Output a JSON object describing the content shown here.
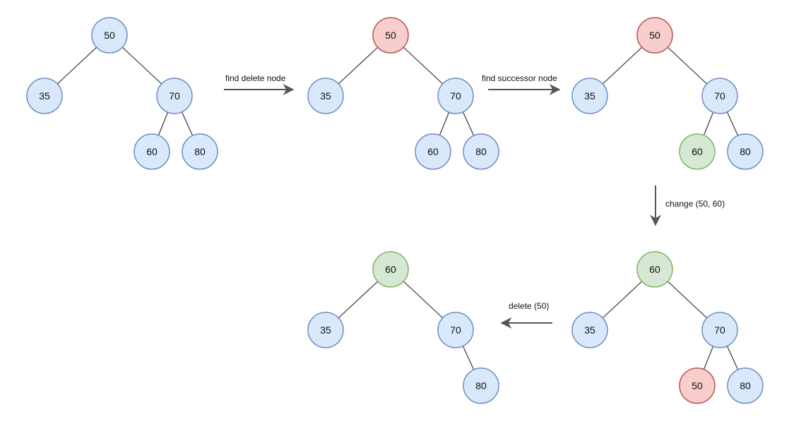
{
  "palette": {
    "blue": {
      "fill": "#dae8fc",
      "stroke": "#6c8ebf"
    },
    "red": {
      "fill": "#f8cecc",
      "stroke": "#b85450"
    },
    "green": {
      "fill": "#d5e8d4",
      "stroke": "#82b366"
    },
    "edge": "#444444",
    "arrow": "#555555"
  },
  "trees": [
    {
      "id": "tree-1",
      "nodes": [
        {
          "id": "a",
          "label": "50",
          "color": "blue"
        },
        {
          "id": "b",
          "label": "35",
          "color": "blue"
        },
        {
          "id": "c",
          "label": "70",
          "color": "blue"
        },
        {
          "id": "d",
          "label": "60",
          "color": "blue"
        },
        {
          "id": "e",
          "label": "80",
          "color": "blue"
        }
      ],
      "edges": [
        [
          "a",
          "b"
        ],
        [
          "a",
          "c"
        ],
        [
          "c",
          "d"
        ],
        [
          "c",
          "e"
        ]
      ]
    },
    {
      "id": "tree-2",
      "nodes": [
        {
          "id": "a",
          "label": "50",
          "color": "red"
        },
        {
          "id": "b",
          "label": "35",
          "color": "blue"
        },
        {
          "id": "c",
          "label": "70",
          "color": "blue"
        },
        {
          "id": "d",
          "label": "60",
          "color": "blue"
        },
        {
          "id": "e",
          "label": "80",
          "color": "blue"
        }
      ],
      "edges": [
        [
          "a",
          "b"
        ],
        [
          "a",
          "c"
        ],
        [
          "c",
          "d"
        ],
        [
          "c",
          "e"
        ]
      ]
    },
    {
      "id": "tree-3",
      "nodes": [
        {
          "id": "a",
          "label": "50",
          "color": "red"
        },
        {
          "id": "b",
          "label": "35",
          "color": "blue"
        },
        {
          "id": "c",
          "label": "70",
          "color": "blue"
        },
        {
          "id": "d",
          "label": "60",
          "color": "green"
        },
        {
          "id": "e",
          "label": "80",
          "color": "blue"
        }
      ],
      "edges": [
        [
          "a",
          "b"
        ],
        [
          "a",
          "c"
        ],
        [
          "c",
          "d"
        ],
        [
          "c",
          "e"
        ]
      ]
    },
    {
      "id": "tree-4",
      "nodes": [
        {
          "id": "a",
          "label": "60",
          "color": "green"
        },
        {
          "id": "b",
          "label": "35",
          "color": "blue"
        },
        {
          "id": "c",
          "label": "70",
          "color": "blue"
        },
        {
          "id": "d",
          "label": "50",
          "color": "red"
        },
        {
          "id": "e",
          "label": "80",
          "color": "blue"
        }
      ],
      "edges": [
        [
          "a",
          "b"
        ],
        [
          "a",
          "c"
        ],
        [
          "c",
          "d"
        ],
        [
          "c",
          "e"
        ]
      ]
    },
    {
      "id": "tree-5",
      "nodes": [
        {
          "id": "a",
          "label": "60",
          "color": "green"
        },
        {
          "id": "b",
          "label": "35",
          "color": "blue"
        },
        {
          "id": "c",
          "label": "70",
          "color": "blue"
        },
        {
          "id": "e",
          "label": "80",
          "color": "blue"
        }
      ],
      "edges": [
        [
          "a",
          "b"
        ],
        [
          "a",
          "c"
        ],
        [
          "c",
          "e"
        ]
      ]
    }
  ],
  "steps": [
    {
      "id": "step-1",
      "label": "find delete node"
    },
    {
      "id": "step-2",
      "label": "find successor node"
    },
    {
      "id": "step-3",
      "label": "change (50, 60)"
    },
    {
      "id": "step-4",
      "label": "delete (50)"
    }
  ]
}
